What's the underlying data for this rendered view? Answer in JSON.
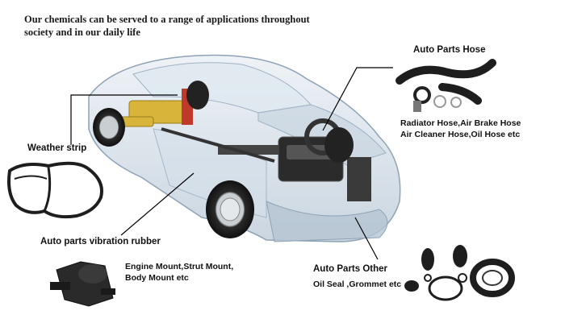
{
  "headline": {
    "line1": "Our chemicals can be served to a range of applications throughout",
    "line2": "society and in our daily life"
  },
  "callouts": {
    "auto_parts_hose": {
      "title": "Auto Parts Hose",
      "detail_line1": "Radiator Hose,Air Brake Hose",
      "detail_line2": "Air Cleaner Hose,Oil Hose etc"
    },
    "weather_strip": {
      "title": "Weather strip"
    },
    "vibration_rubber": {
      "title": "Auto parts vibration rubber",
      "detail_line1": "Engine Mount,Strut Mount,",
      "detail_line2": "Body Mount etc"
    },
    "other": {
      "title": "Auto Parts Other",
      "detail_line1": "Oil Seal ,Grommet etc"
    }
  },
  "colors": {
    "car_body": "#cfdbe6",
    "car_outline": "#8ea3b6",
    "engine_yellow": "#d8b43a",
    "rubber": "#1e1e1e",
    "leader_line": "#000000"
  }
}
